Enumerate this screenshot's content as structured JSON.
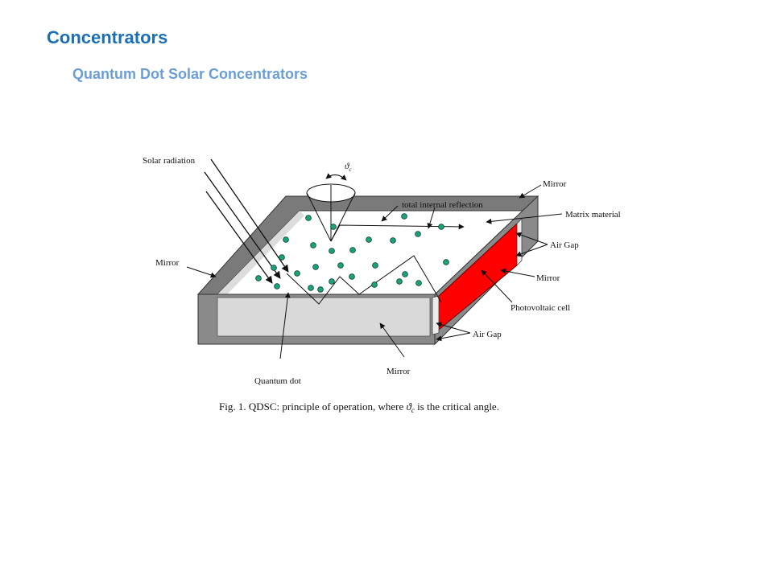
{
  "slide": {
    "title": "Concentrators",
    "subtitle": "Quantum Dot Solar Concentrators"
  },
  "diagram": {
    "labels": {
      "solar_radiation": "Solar radiation",
      "theta_c": "ϑ",
      "theta_c_sub": "c",
      "mirror_top": "Mirror",
      "total_internal_reflection": "total internal reflection",
      "matrix_material": "Matrix  material",
      "air_gap_right": "Air Gap",
      "mirror_left": "Mirror",
      "mirror_right": "Mirror",
      "photovoltaic_cell": "Photovoltaic cell",
      "air_gap_bottom": "Air Gap",
      "quantum_dot": "Quantum dot",
      "mirror_bottom": "Mirror"
    },
    "caption": {
      "prefix": "Fig. 1.  QDSC: principle of operation, where ",
      "symbol": "ϑ",
      "symbol_sub": "c",
      "suffix": " is the critical angle."
    },
    "colors": {
      "frame_dark": "#6f6f6f",
      "frame_light": "#bdbdbd",
      "front_face": "#d9d9d9",
      "pv_cell": "#ff0000",
      "dot_fill": "#1aa37a"
    }
  }
}
